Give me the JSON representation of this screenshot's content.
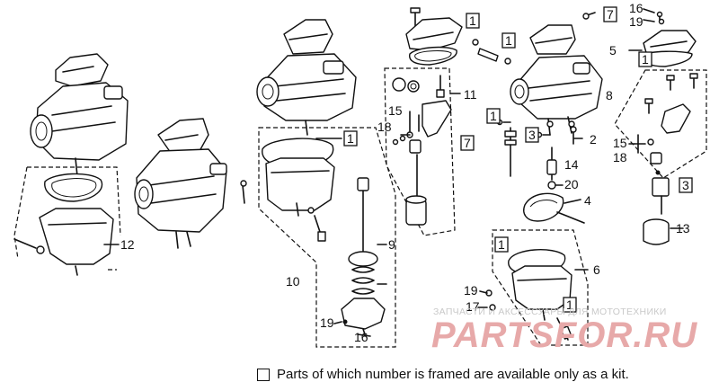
{
  "callouts": [
    {
      "id": "c1a",
      "text": "1"
    },
    {
      "id": "c1b",
      "text": "1"
    },
    {
      "id": "c1c",
      "text": "1"
    },
    {
      "id": "c1d",
      "text": "1"
    },
    {
      "id": "c1e",
      "text": "1"
    },
    {
      "id": "c1f",
      "text": "1"
    },
    {
      "id": "c1g",
      "text": "1"
    },
    {
      "id": "c2",
      "text": "2"
    },
    {
      "id": "c3a",
      "text": "3"
    },
    {
      "id": "c3b",
      "text": "3"
    },
    {
      "id": "c4",
      "text": "4"
    },
    {
      "id": "c5",
      "text": "5"
    },
    {
      "id": "c6",
      "text": "6"
    },
    {
      "id": "c7a",
      "text": "7"
    },
    {
      "id": "c7b",
      "text": "7"
    },
    {
      "id": "c8",
      "text": "8"
    },
    {
      "id": "c9",
      "text": "9"
    },
    {
      "id": "c10",
      "text": "10"
    },
    {
      "id": "c11",
      "text": "11"
    },
    {
      "id": "c12",
      "text": "12"
    },
    {
      "id": "c13",
      "text": "13"
    },
    {
      "id": "c14",
      "text": "14"
    },
    {
      "id": "c15a",
      "text": "15"
    },
    {
      "id": "c15b",
      "text": "15"
    },
    {
      "id": "c16a",
      "text": "16"
    },
    {
      "id": "c16b",
      "text": "16"
    },
    {
      "id": "c17",
      "text": "17"
    },
    {
      "id": "c18a",
      "text": "18"
    },
    {
      "id": "c18b",
      "text": "18"
    },
    {
      "id": "c19a",
      "text": "19"
    },
    {
      "id": "c19b",
      "text": "19"
    },
    {
      "id": "c19c",
      "text": "19"
    },
    {
      "id": "c20",
      "text": "20"
    }
  ],
  "legend": {
    "text": "Parts of which number is framed are available only as a kit."
  },
  "watermark": {
    "tagline": "ЗАПЧАСТИ И АКСЕССУАРЫ ДЛЯ МОТОТЕХНИКИ",
    "brand": "PARTSFOR.RU"
  }
}
